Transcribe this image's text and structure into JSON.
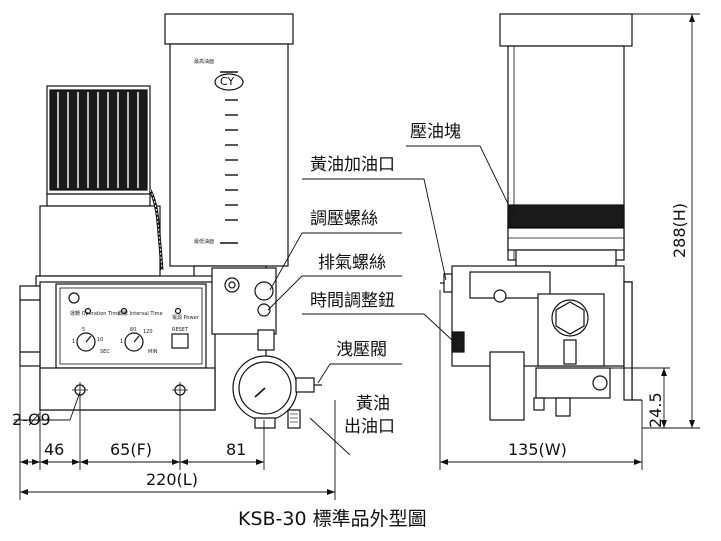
{
  "title": "KSB-30 標準品外型圖",
  "callouts": {
    "pressure_block": "壓油塊",
    "grease_fill_port": "黃油加油口",
    "pressure_screw": "調壓螺絲",
    "vent_screw": "排氣螺絲",
    "timer_knob": "時間調整鈕",
    "relief_valve": "洩壓閥",
    "grease_outlet_line1": "黃油",
    "grease_outlet_line2": "出油口"
  },
  "dimensions": {
    "holes": "2-Ø9",
    "d46": "46",
    "d65": "65(F)",
    "d81": "81",
    "length": "220(L)",
    "width": "135(W)",
    "height": "288(H)",
    "d245": "24.5"
  },
  "tank": {
    "logo": "CY",
    "upper_mark": "最高油面",
    "lower_mark": "最低油面"
  },
  "panel": {
    "operation_label": "運轉 Operation Time",
    "interval_label": "間歇 Interval Time",
    "power_label": "電源 Power",
    "reset_label": "RESET",
    "unit_left": "SEC",
    "unit_right": "MIN",
    "scale_left": [
      "1",
      "5",
      "10"
    ],
    "scale_right": [
      "1",
      "60",
      "120"
    ]
  },
  "colors": {
    "line": "#111111",
    "fill": "#ffffff",
    "dark_fill": "#1a1a1a"
  }
}
